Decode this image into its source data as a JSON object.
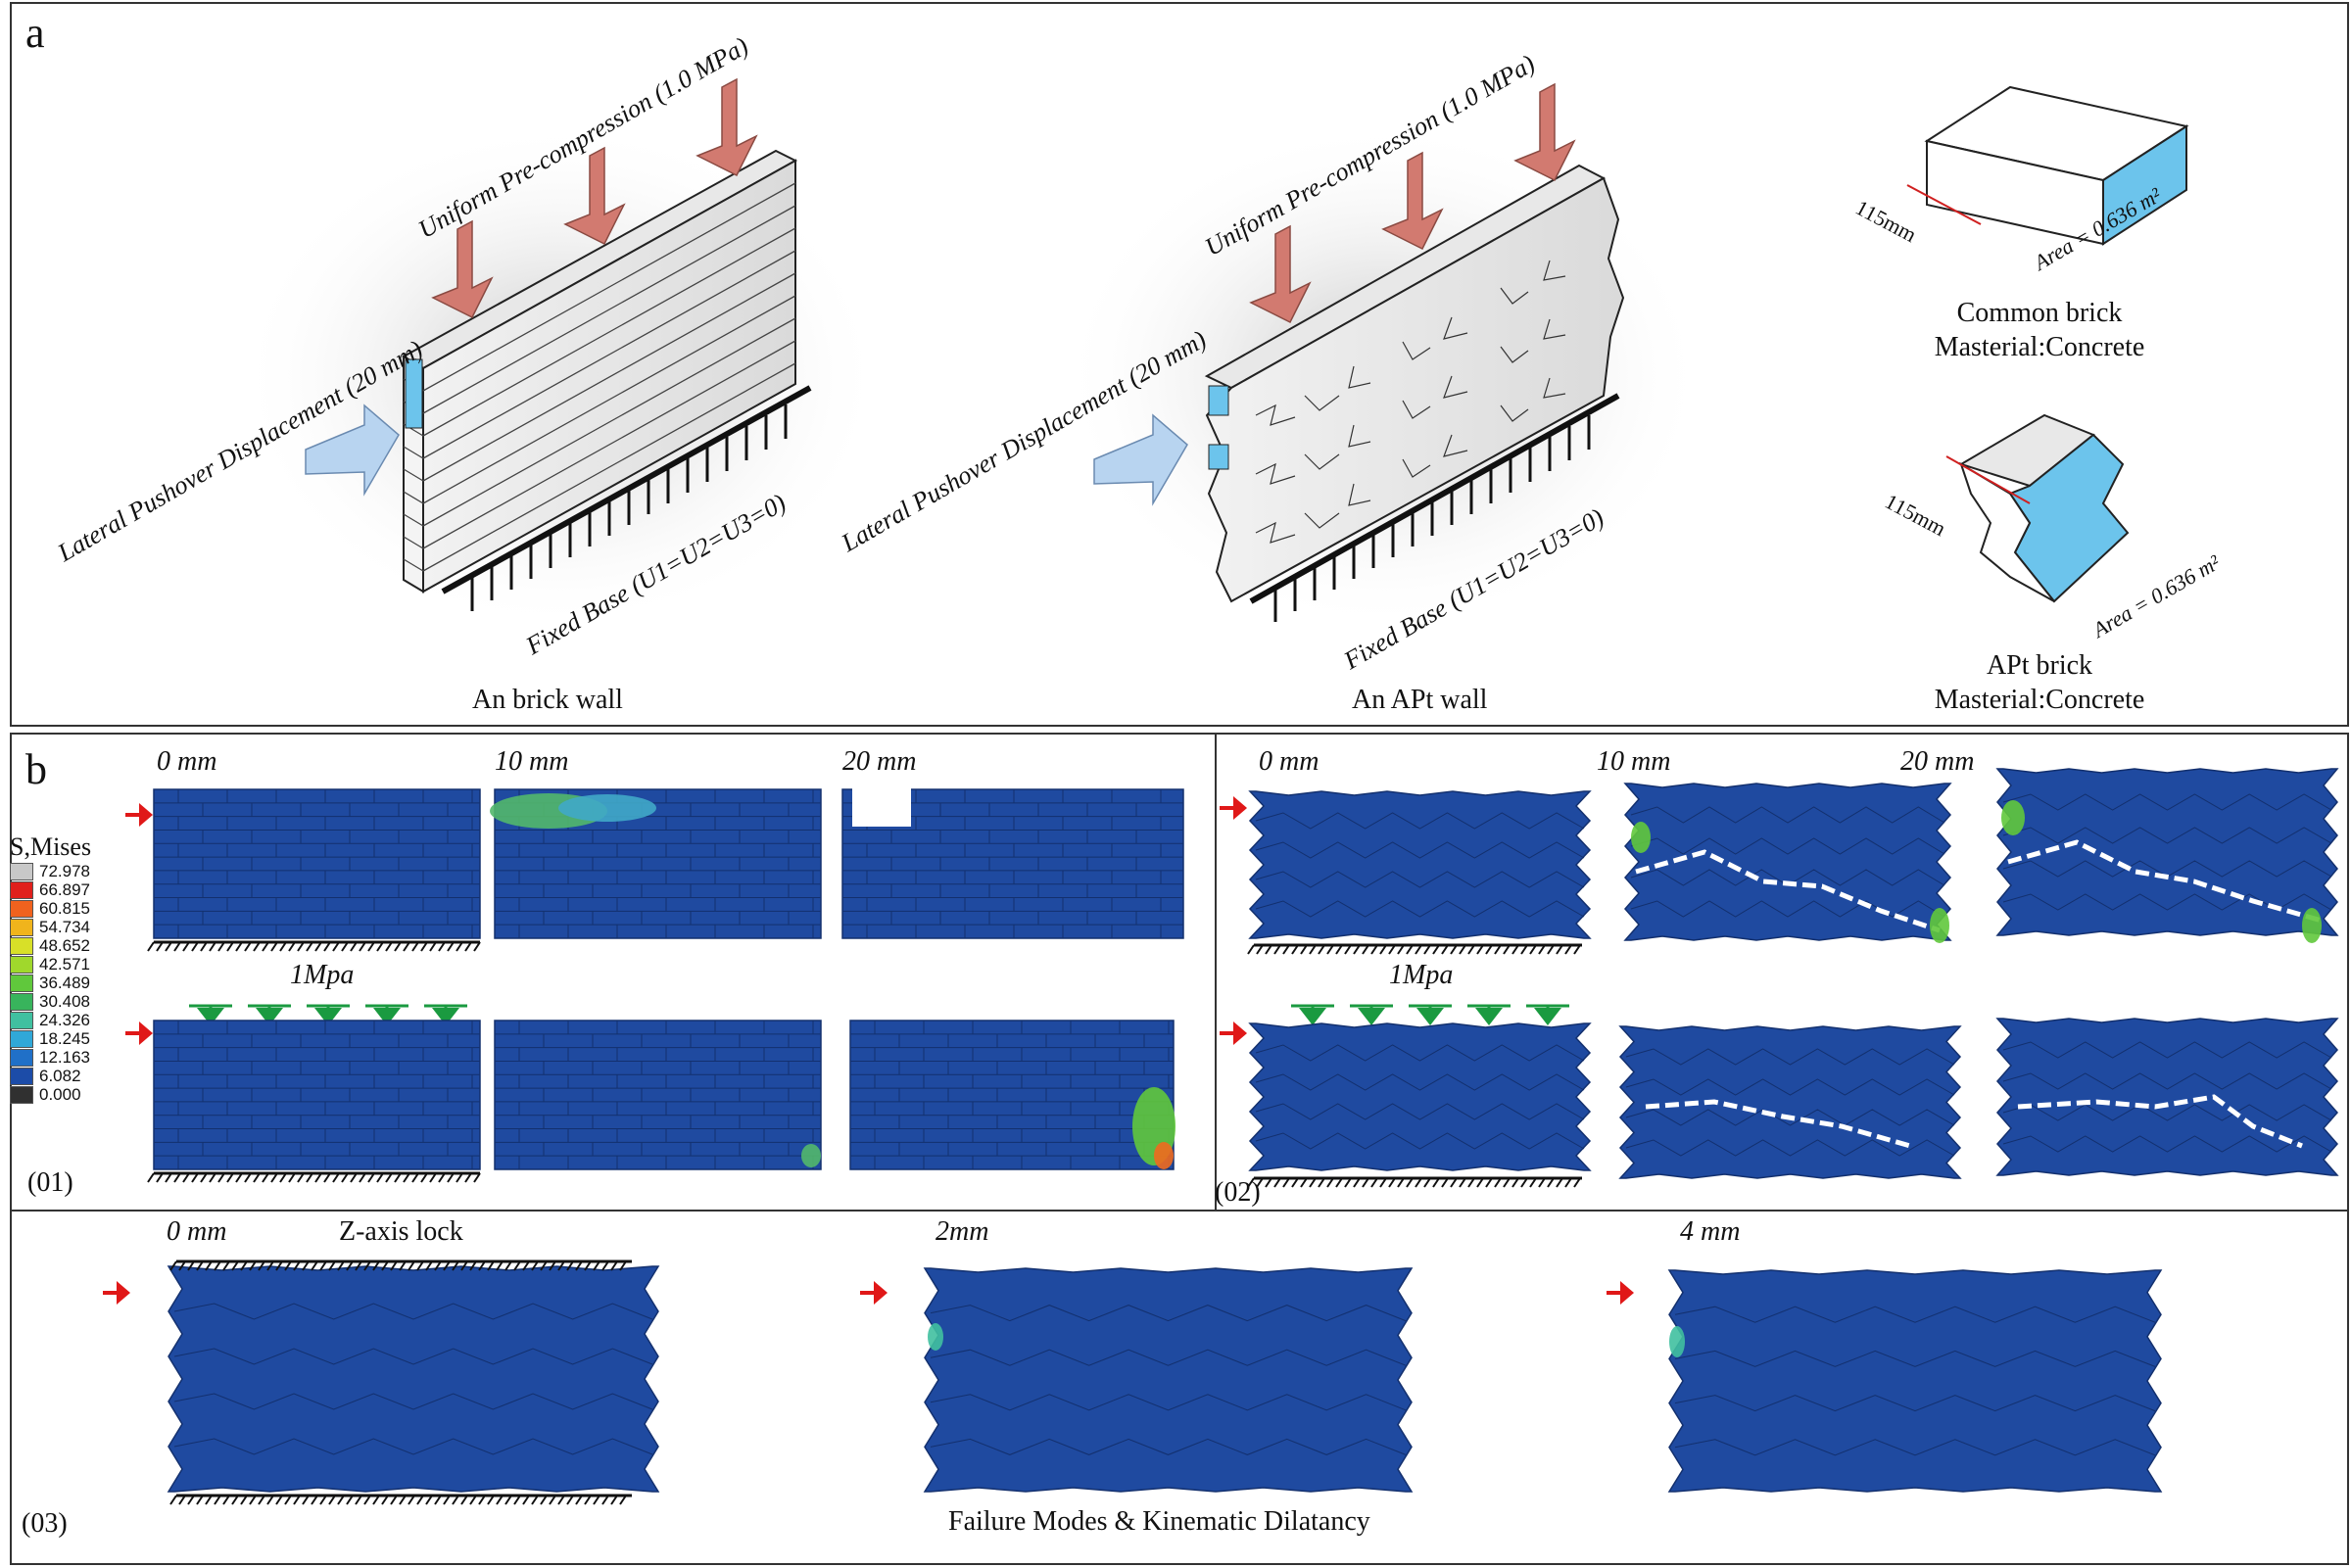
{
  "panel_a": {
    "letter": "a",
    "brick_wall": {
      "load_label": "Uniform Pre-compression (1.0 MPa)",
      "push_label": "Lateral Pushover Displacement (20 mm)",
      "base_label": "Fixed Base (U1=U2=U3=0)",
      "caption": "An brick wall"
    },
    "apt_wall": {
      "load_label": "Uniform Pre-compression (1.0 MPa)",
      "push_label": "Lateral Pushover Displacement (20 mm)",
      "base_label": "Fixed Base (U1=U2=U3=0)",
      "caption": "An APt wall"
    },
    "common_brick": {
      "dimension": "115mm",
      "area": "Area = 0.636 m²",
      "name": "Common brick",
      "material": "Masterial:Concrete"
    },
    "apt_brick": {
      "dimension": "115mm",
      "area": "Area = 0.636 m²",
      "name": "APt brick",
      "material": "Masterial:Concrete"
    }
  },
  "panel_b": {
    "letter": "b",
    "legend": {
      "title": "S,Mises",
      "values": [
        "72.978",
        "66.897",
        "60.815",
        "54.734",
        "48.652",
        "42.571",
        "36.489",
        "30.408",
        "24.326",
        "18.245",
        "12.163",
        "6.082",
        "0.000"
      ],
      "colors": [
        "#c8c8c8",
        "#e0201c",
        "#f0621e",
        "#f0b41c",
        "#d8e028",
        "#a0d82c",
        "#60c83c",
        "#38b45c",
        "#40c0a0",
        "#30a8d8",
        "#2070c8",
        "#1c4ca8",
        "#303030"
      ]
    },
    "sub01": {
      "tag": "(01)",
      "steps": [
        "0 mm",
        "10 mm",
        "20 mm"
      ],
      "load_label": "1Mpa"
    },
    "sub02": {
      "tag": "(02)",
      "steps": [
        "0 mm",
        "10 mm",
        "20 mm"
      ],
      "load_label": "1Mpa"
    },
    "sub03": {
      "tag": "(03)",
      "steps": [
        "0 mm",
        "2mm",
        "4 mm"
      ],
      "lock_label": "Z-axis lock",
      "caption": "Failure Modes & Kinematic Dilatancy"
    }
  }
}
